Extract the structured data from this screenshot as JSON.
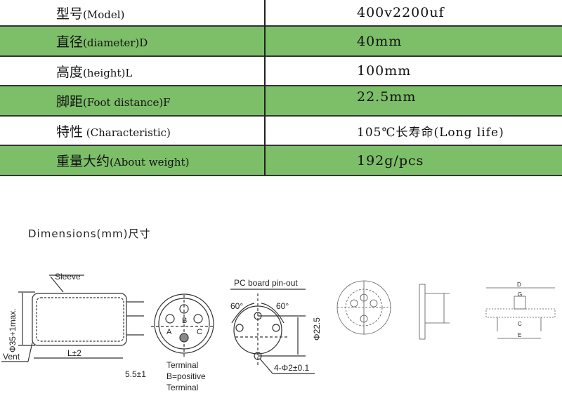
{
  "specs": [
    {
      "cn": "型号",
      "en": "(Model)",
      "value": "400v2200uf"
    },
    {
      "cn": "直径",
      "en": "(diameter)D",
      "value": "40mm"
    },
    {
      "cn": "高度",
      "en": "(height)L",
      "value": "100mm"
    },
    {
      "cn": "脚距",
      "en": "(Foot distance)F",
      "value": "22.5mm"
    },
    {
      "cn": "特性",
      "en": " (Characteristic)",
      "value": "105℃长寿命(Long life)"
    },
    {
      "cn": "重量大约",
      "en": "(About weight)",
      "value": "192g/pcs"
    }
  ],
  "colors": {
    "row_green": "#7dbe69"
  },
  "dimensions": {
    "title": "Dimensions(mm)尺寸",
    "side": {
      "sleeve": "Sleeve",
      "diameter": "Φ35+1max.",
      "vent": "Vent",
      "length": "L±2",
      "pin": "5.5±1"
    },
    "terminal": {
      "a": "A",
      "b": "B",
      "c": "C",
      "line1": "Terminal",
      "line2": "B=positive",
      "line3": "Terminal"
    },
    "pcb": {
      "title": "PC board pin-out",
      "angle_left": "60°",
      "angle_right": "60°",
      "pitch": "Φ22.5",
      "holes": "4-Φ2±0.1"
    },
    "mount": {
      "d": "D",
      "g": "G",
      "c": "C",
      "e": "E"
    }
  }
}
